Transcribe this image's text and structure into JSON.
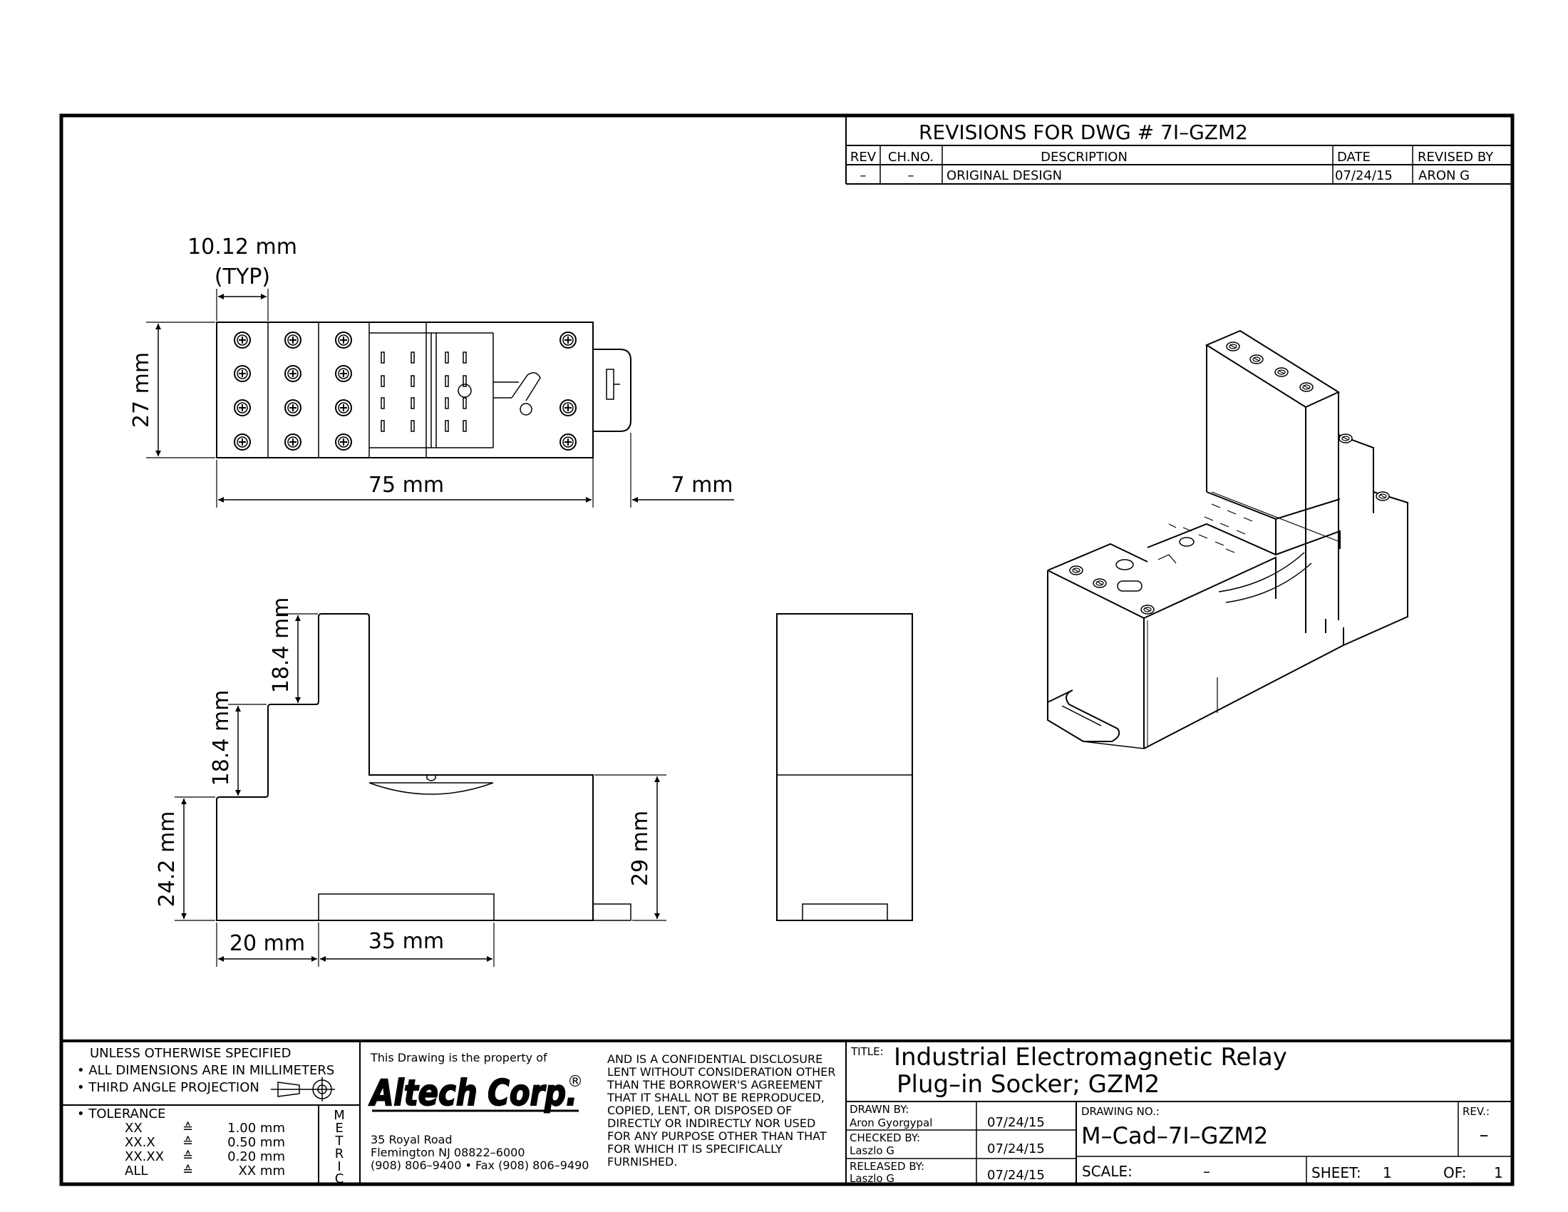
{
  "revisions": {
    "title": "REVISIONS  FOR  DWG  #  7I–GZM2",
    "headers": [
      "REV",
      "CH.NO.",
      "DESCRIPTION",
      "DATE",
      "REVISED BY"
    ],
    "row": [
      "–",
      "–",
      "ORIGINAL  DESIGN",
      "07/24/15",
      "ARON  G"
    ]
  },
  "top_view": {
    "width_label": "10.12 mm",
    "typ_label": "(TYP)",
    "height_label": "27 mm",
    "length_label": "75 mm",
    "clip_label": "7 mm"
  },
  "side_view": {
    "step1_label": "18.4 mm",
    "step2_label": "18.4 mm",
    "base_label": "24.2 mm",
    "right_label": "29 mm",
    "left_label": "20 mm",
    "middle_label": "35 mm"
  },
  "notes": {
    "line1": "UNLESS  OTHERWISE  SPECIFIED",
    "line2": "• ALL  DIMENSIONS  ARE  IN  MILLIMETERS",
    "line3": "• THIRD  ANGLE  PROJECTION",
    "tolerance_title": "• TOLERANCE",
    "tolerances": [
      {
        "k": "XX",
        "v": "1.00 mm"
      },
      {
        "k": "XX.X",
        "v": "0.50 mm"
      },
      {
        "k": "XX.XX",
        "v": "0.20 mm"
      },
      {
        "k": "ALL",
        "v": "XX mm"
      }
    ],
    "metric": [
      "M",
      "E",
      "T",
      "R",
      "I",
      "C"
    ]
  },
  "company": {
    "property_line": "This  Drawing  is  the  property  of",
    "name": "Altech Corp.",
    "reg": "®",
    "address1": "35  Royal  Road",
    "address2": "Flemington  NJ  08822–6000",
    "phone": "(908)  806–9400 • Fax  (908)  806–9490"
  },
  "disclosure": [
    "AND  IS  A  CONFIDENTIAL  DISCLOSURE",
    "LENT  WITHOUT  CONSIDERATION  OTHER",
    "THAN  THE  BORROWER'S  AGREEMENT",
    "THAT  IT  SHALL  NOT  BE  REPRODUCED,",
    "COPIED,  LENT,  OR  DISPOSED  OF",
    "DIRECTLY  OR  INDIRECTLY  NOR  USED",
    "FOR  ANY  PURPOSE  OTHER  THAN  THAT",
    "FOR  WHICH  IT  IS  SPECIFICALLY",
    "FURNISHED."
  ],
  "title_block": {
    "title_label": "TITLE:",
    "title1": "Industrial  Electromagnetic  Relay",
    "title2": "Plug–in  Socker;  GZM2",
    "drawn_label": "DRAWN  BY:",
    "drawn_name": "Aron  Gyorgypal",
    "drawn_date": "07/24/15",
    "checked_label": "CHECKED  BY:",
    "checked_name": "Laszlo  G",
    "checked_date": "07/24/15",
    "released_label": "RELEASED  BY:",
    "released_name": "Laszlo  G",
    "released_date": "07/24/15",
    "drawing_no_label": "DRAWING  NO.:",
    "drawing_no": "M–Cad–7I–GZM2",
    "rev_label": "REV.:",
    "rev_value": "–",
    "scale_label": "SCALE:",
    "scale_value": "–",
    "sheet_label": "SHEET:",
    "sheet_value": "1",
    "of_label": "OF:",
    "of_value": "1"
  }
}
